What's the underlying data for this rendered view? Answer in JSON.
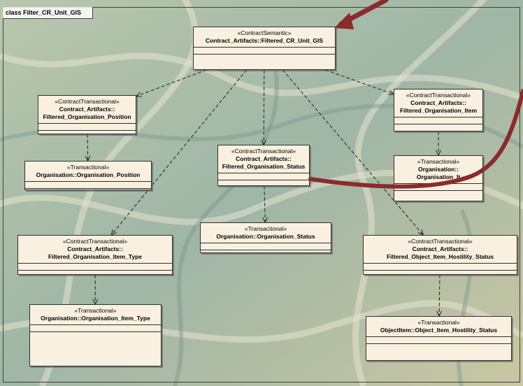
{
  "frame": {
    "title": "class Filter_CR_Unit_GIS"
  },
  "classes": [
    {
      "id": "cr_unit_gis",
      "stereotype": "«ContractSemantic»",
      "name": "Contract_Artifacts::Filtered_CR_Unit_GIS"
    },
    {
      "id": "org_position_f",
      "stereotype": "«ContractTransactional»",
      "name": "Contract_Artifacts::\nFiltered_Organisation_Position"
    },
    {
      "id": "org_item_f",
      "stereotype": "«ContractTransactional»",
      "name": "Contract_Artifacts::\nFiltered_Organisation_Item"
    },
    {
      "id": "org_position",
      "stereotype": "«Transactional»",
      "name": "Organisation::Organisation_Position"
    },
    {
      "id": "org_status_f",
      "stereotype": "«ContractTransactional»",
      "name": "Contract_Artifacts::\nFiltered_Organisation_Status"
    },
    {
      "id": "org_item",
      "stereotype": "«Transactional»",
      "name": "Organisation::\nOrganisation_It"
    },
    {
      "id": "org_status",
      "stereotype": "«Transactional»",
      "name": "Organisation::Organisation_Status"
    },
    {
      "id": "org_item_type_f",
      "stereotype": "«ContractTransactional»",
      "name": "Contract_Artifacts::\nFiltered_Organisation_Item_Type"
    },
    {
      "id": "obj_hostility_f",
      "stereotype": "«ContractTransactional»",
      "name": "Contract_Artifacts::\nFiltered_Object_Item_Hostility_Status"
    },
    {
      "id": "org_item_type",
      "stereotype": "«Transactional»",
      "name": "Organisation::Organisation_Item_Type"
    },
    {
      "id": "obj_hostility",
      "stereotype": "«Transactional»",
      "name": "ObjectItem::Object_Item_Hostility_Status"
    }
  ],
  "dependencies": [
    {
      "from": "cr_unit_gis",
      "to": "org_position_f"
    },
    {
      "from": "cr_unit_gis",
      "to": "org_item_f"
    },
    {
      "from": "cr_unit_gis",
      "to": "org_status_f"
    },
    {
      "from": "cr_unit_gis",
      "to": "org_item_type_f"
    },
    {
      "from": "cr_unit_gis",
      "to": "obj_hostility_f"
    },
    {
      "from": "org_position_f",
      "to": "org_position"
    },
    {
      "from": "org_item_f",
      "to": "org_item"
    },
    {
      "from": "org_status_f",
      "to": "org_status"
    },
    {
      "from": "org_item_type_f",
      "to": "org_item_type"
    },
    {
      "from": "obj_hostility_f",
      "to": "obj_hostility"
    }
  ],
  "colors": {
    "class_fill": "#faf0df",
    "annotation_stroke": "#8b2b2b",
    "connector": "#202020"
  }
}
